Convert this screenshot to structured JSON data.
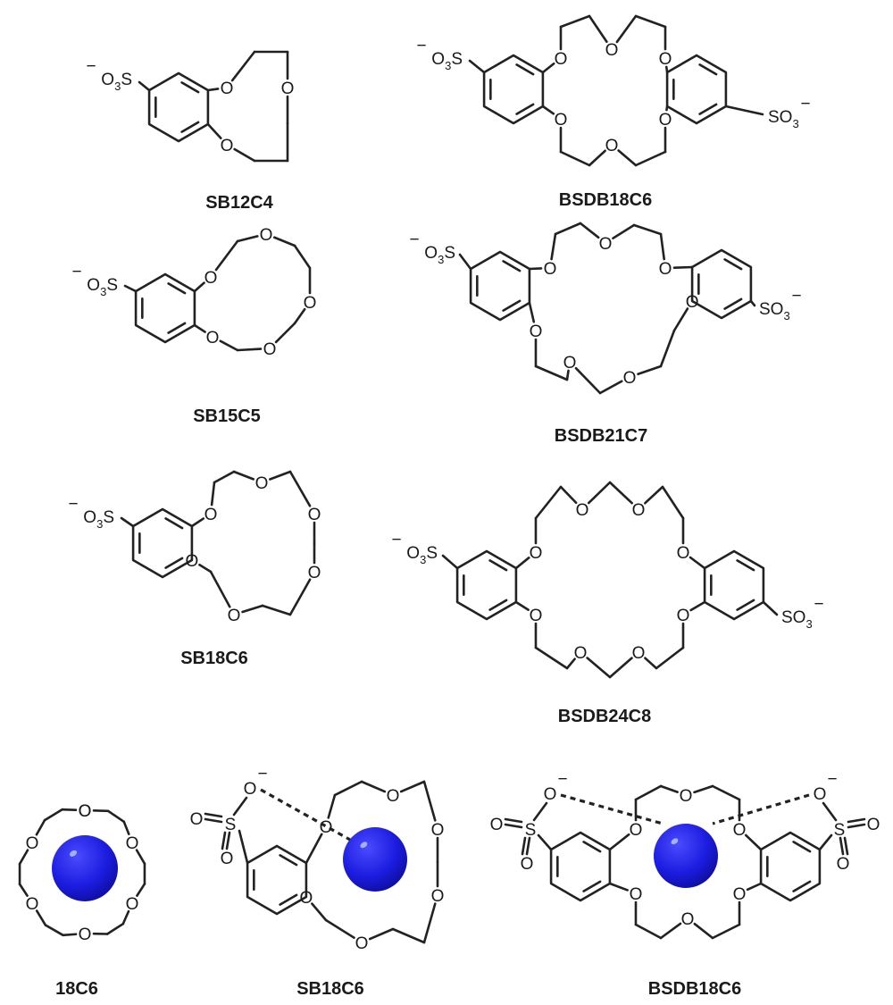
{
  "labels": {
    "sb12c4": "SB12C4",
    "bsdb18c6": "BSDB18C6",
    "sb15c5": "SB15C5",
    "bsdb21c7": "BSDB21C7",
    "sb18c6": "SB18C6",
    "bsdb24c8": "BSDB24C8",
    "complex_18c6": "18C6",
    "complex_sb18c6": "SB18C6",
    "complex_bsdb18c6": "BSDB18C6"
  },
  "atoms": {
    "oxygen": "O",
    "sulfur": "S",
    "sulfonate_prefix": "O",
    "sulfonate_suffix": "SO",
    "subscript_three": "3",
    "minus": "−"
  },
  "colors": {
    "cation": "#1c1ce0",
    "bond": "#222222",
    "text": "#1a1a1a"
  }
}
